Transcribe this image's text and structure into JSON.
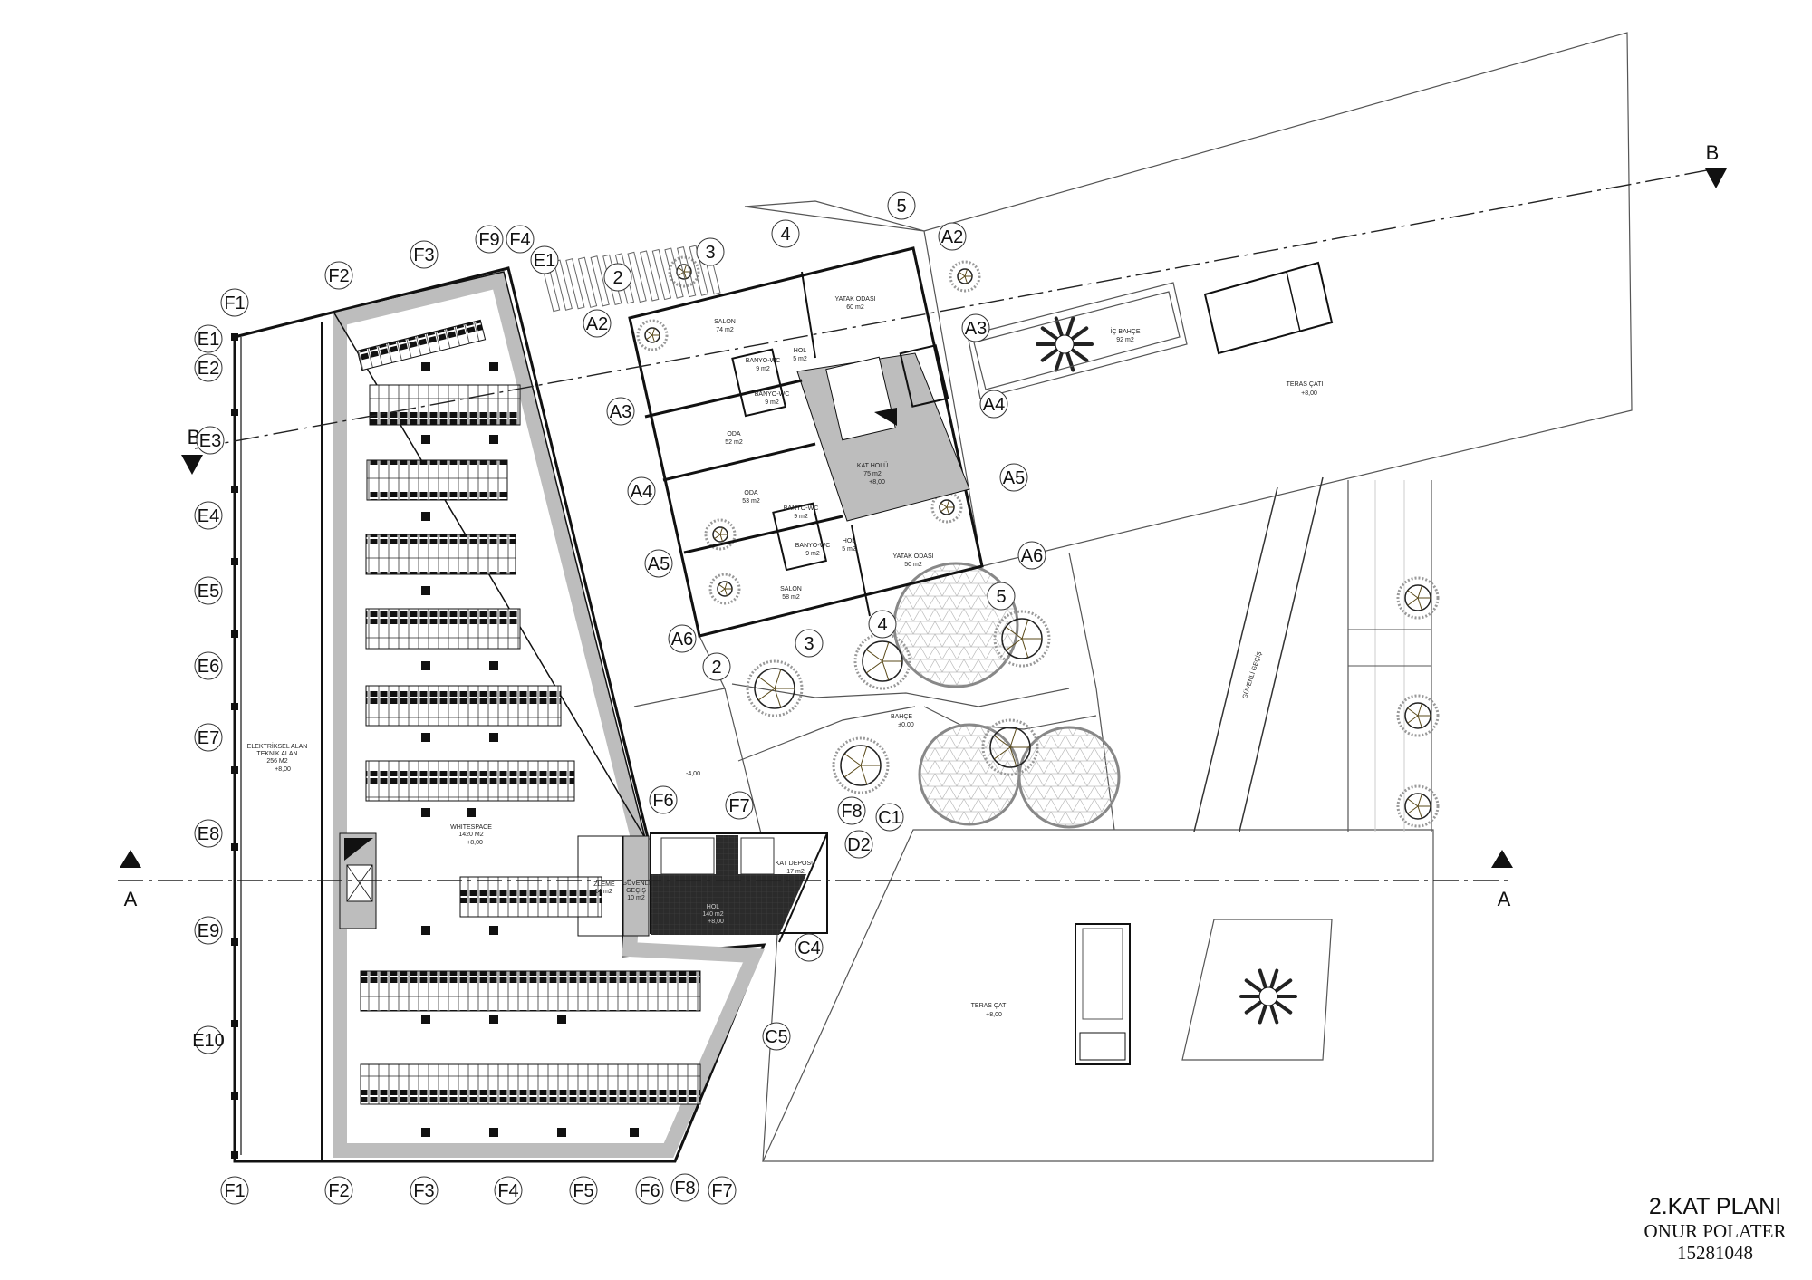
{
  "title_block": {
    "plan_title": "2.KAT PLANI",
    "author": "ONUR POLATER",
    "student_no": "15281048"
  },
  "sections": {
    "a_label": "A",
    "b_label": "B"
  },
  "grid_labels": [
    "F1",
    "E1",
    "E2",
    "E3",
    "E4",
    "E5",
    "E6",
    "E7",
    "E8",
    "E9",
    "E10",
    "F2",
    "F3",
    "F9",
    "F4",
    "E1",
    "2",
    "3",
    "4",
    "5",
    "A2",
    "A2",
    "A3",
    "A4",
    "A5",
    "A6",
    "2",
    "3",
    "4",
    "5",
    "A6",
    "A5",
    "A3",
    "A4",
    "F6",
    "F7",
    "F8",
    "C1",
    "D2",
    "C4",
    "C5",
    "F1",
    "F2",
    "F3",
    "F4",
    "F5",
    "F6",
    "F8",
    "F7"
  ],
  "rooms": {
    "salon1": {
      "name": "SALON",
      "area": "74 m2"
    },
    "yatak1": {
      "name": "YATAK ODASI",
      "area": "60 m2"
    },
    "hol1": {
      "name": "HOL",
      "area": "5 m2"
    },
    "banyo1": {
      "name": "BANYO-WC",
      "area": "9 m2"
    },
    "banyo2": {
      "name": "BANYO-WC",
      "area": "9 m2"
    },
    "oda1": {
      "name": "ODA",
      "area": "52 m2"
    },
    "kat_holu": {
      "name": "KAT HOLÜ",
      "area": "75 m2",
      "level": "+8,00"
    },
    "oda2": {
      "name": "ODA",
      "area": "53 m2"
    },
    "banyo3": {
      "name": "BANYO-WC",
      "area": "9 m2"
    },
    "banyo4": {
      "name": "BANYO-WC",
      "area": "9 m2"
    },
    "hol2": {
      "name": "HOL",
      "area": "5 m2"
    },
    "yatak2": {
      "name": "YATAK ODASI",
      "area": "50 m2"
    },
    "salon2": {
      "name": "SALON",
      "area": "58 m2"
    },
    "ic_bahce": {
      "name": "İÇ BAHÇE",
      "area": "92 m2"
    },
    "teras1": {
      "name": "TERAS ÇATI",
      "level": "+8,00"
    },
    "bahce": {
      "name": "BAHÇE",
      "level": "±0,00"
    },
    "elektrik": {
      "name1": "ELEKTRİKSEL ALAN",
      "name2": "TEKNİK ALAN",
      "area": "256 M2",
      "level": "+8,00"
    },
    "whitespace": {
      "name": "WHITESPACE",
      "area": "1420 M2",
      "level": "+8,00"
    },
    "izleme": {
      "name": "İZLEME",
      "area": "14 m2"
    },
    "guvenli": {
      "name1": "GÜVENLİ",
      "name2": "GEÇİŞ",
      "area": "10 m2"
    },
    "kat_deposu": {
      "name": "KAT DEPOSU",
      "area": "17 m2"
    },
    "hol140": {
      "name": "HOL",
      "area": "140 m2",
      "level": "+8,00"
    },
    "teras2": {
      "name": "TERAS ÇATI",
      "level": "+8,00"
    },
    "guvenli_gecis": {
      "name": "GÜVENLİ GEÇİŞ"
    },
    "ext_level": "-4,00"
  },
  "colors": {
    "wall_fill": "#bdbdbd",
    "hol_dark": "#2b2b2b",
    "line": "#111111"
  }
}
